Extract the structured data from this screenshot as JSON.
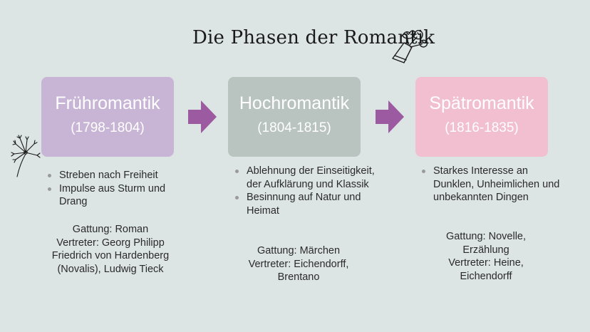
{
  "title": "Die Phasen der Romantik",
  "colors": {
    "background": "#dde5e4",
    "phase1": "#c8b5d6",
    "phase2": "#b9c4c1",
    "phase3": "#f2bfd0",
    "arrow": "#9c5aa0"
  },
  "icons": [
    "flower-bouquet-icon",
    "dandelion-icon",
    "arrow-right-icon"
  ],
  "phases": [
    {
      "name": "Frühromantik",
      "years": "(1798-1804)",
      "bullets": [
        "Streben nach Freiheit",
        "Impulse aus Sturm und Drang"
      ],
      "details": [
        "Gattung: Roman",
        "Vertreter: Georg Philipp",
        "Friedrich von Hardenberg",
        "(Novalis), Ludwig Tieck"
      ]
    },
    {
      "name": "Hochromantik",
      "years": "(1804-1815)",
      "bullets": [
        "Ablehnung der Einseitigkeit, der Aufklärung und Klassik",
        "Besinnung auf Natur und Heimat"
      ],
      "details": [
        "Gattung: Märchen",
        "Vertreter: Eichendorff,",
        "Brentano"
      ]
    },
    {
      "name": "Spätromantik",
      "years": "(1816-1835)",
      "bullets": [
        "Starkes Interesse an Dunklen, Unheimlichen und unbekannten Dingen"
      ],
      "details": [
        "Gattung: Novelle,",
        "Erzählung",
        "Vertreter: Heine,",
        "Eichendorff"
      ]
    }
  ]
}
